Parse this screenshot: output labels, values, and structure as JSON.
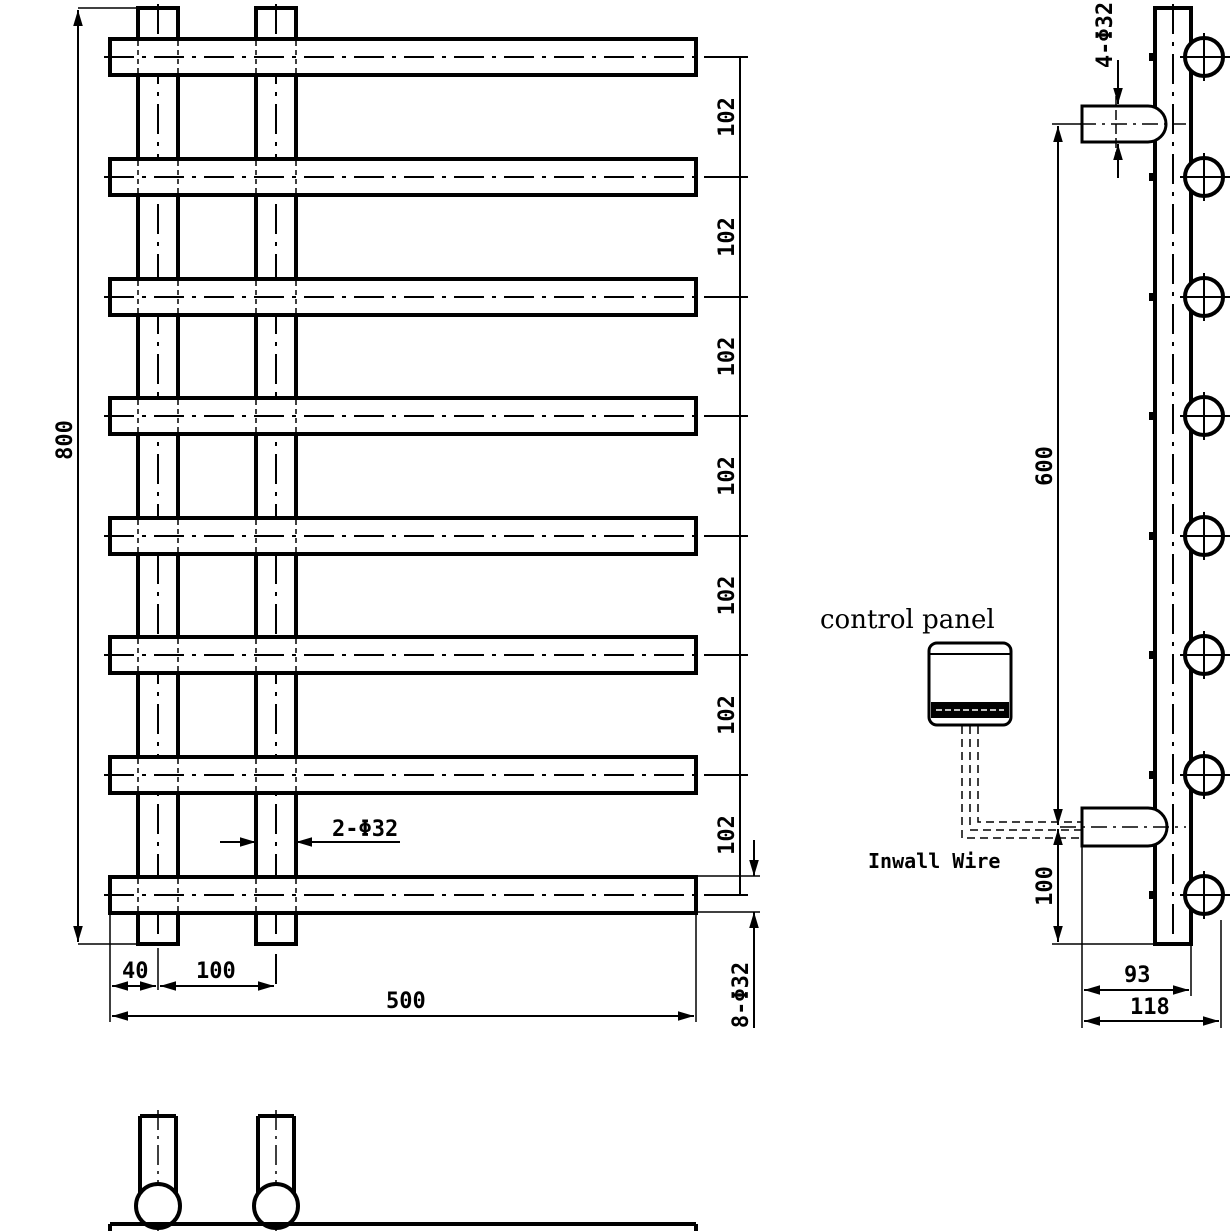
{
  "front_view": {
    "bar_spacing_labels": [
      "102",
      "102",
      "102",
      "102",
      "102",
      "102",
      "102"
    ],
    "height_label": "800",
    "width_label": "500",
    "left_offset_label": "40",
    "upright_spacing_label": "100",
    "upright_spec_label": "2-Φ32",
    "bar_spec_label": "8-Φ32"
  },
  "side_view": {
    "mount_spec_label": "4-Φ32",
    "mount_spacing_label": "600",
    "bottom_offset_label": "100",
    "depth_inner_label": "93",
    "depth_outer_label": "118",
    "control_panel_label": "control panel",
    "wire_label": "Inwall Wire"
  }
}
